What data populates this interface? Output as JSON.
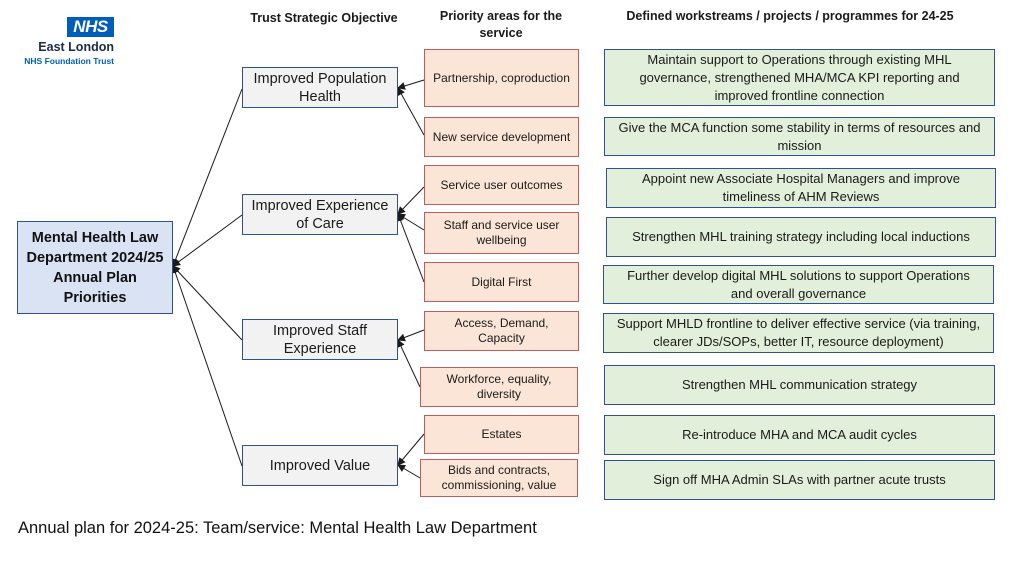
{
  "logo": {
    "nhs": "NHS",
    "org_line1": "East London",
    "org_line2": "NHS Foundation Trust",
    "nhs_blue": "#005eb8"
  },
  "headers": {
    "objective": "Trust Strategic Objective",
    "priority": "Priority areas for the service",
    "workstreams": "Defined workstreams / projects / programmes for 24-25"
  },
  "root": "Mental Health Law Department 2024/25 Annual Plan Priorities",
  "objectives": [
    "Improved Population Health",
    "Improved Experience of Care",
    "Improved Staff Experience",
    "Improved Value"
  ],
  "priorities": [
    "Partnership, coproduction",
    "New service development",
    "Service user outcomes",
    "Staff and service user wellbeing",
    "Digital First",
    "Access, Demand, Capacity",
    "Workforce, equality, diversity",
    "Estates",
    "Bids and contracts, commissioning, value"
  ],
  "workstreams": [
    "Maintain support to Operations through existing MHL governance, strengthened MHA/MCA KPI reporting and improved frontline connection",
    "Give the MCA function some stability in terms of resources and mission",
    "Appoint new Associate Hospital Managers and improve timeliness of AHM Reviews",
    "Strengthen MHL training strategy including local inductions",
    "Further develop digital MHL solutions to support Operations and overall governance",
    "Support MHLD frontline to deliver effective service (via training, clearer JDs/SOPs, better IT, resource deployment)",
    "Strengthen MHL communication strategy",
    "Re-introduce MHA and MCA audit cycles",
    "Sign off MHA Admin SLAs with partner acute trusts"
  ],
  "caption": "Annual plan for 2024-25: Team/service: Mental Health Law Department",
  "colors": {
    "root_fill": "#dae3f3",
    "objective_fill": "#f2f2f2",
    "priority_fill": "#fbe5d6",
    "priority_border": "#c55a5a",
    "workstream_fill": "#e2efda",
    "border_blue": "#2f528f"
  }
}
